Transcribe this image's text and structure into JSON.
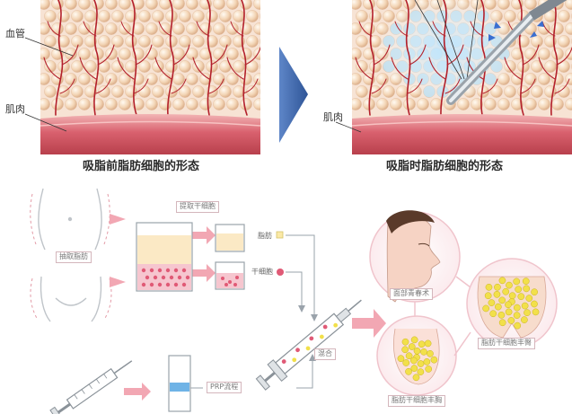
{
  "top": {
    "left_panel": {
      "label_vessel": "血管",
      "label_muscle": "肌肉",
      "caption": "吸脂前脂肪细胞的形态"
    },
    "right_panel": {
      "label_muscle": "肌肉",
      "caption": "吸脂时脂肪细胞的形态"
    }
  },
  "bottom": {
    "extract_label": "抽取脂肪",
    "purify_label": "提取干细胞",
    "fat_label": "脂肪",
    "stem_label": "干细胞",
    "mix_label": "混合",
    "prp_label": "PRP流程",
    "face_label": "面部青春术",
    "breast_label": "脂肪干细胞丰胸",
    "hip_label": "脂肪干细胞丰臀"
  },
  "colors": {
    "fat_cell": "#f3d5b5",
    "vessel": "#b3202b",
    "muscle": "#d9616e",
    "arrow_blue": "#2f5597",
    "pink_arrow": "#f2a7b3",
    "yellow_cell": "#f2e04a"
  }
}
